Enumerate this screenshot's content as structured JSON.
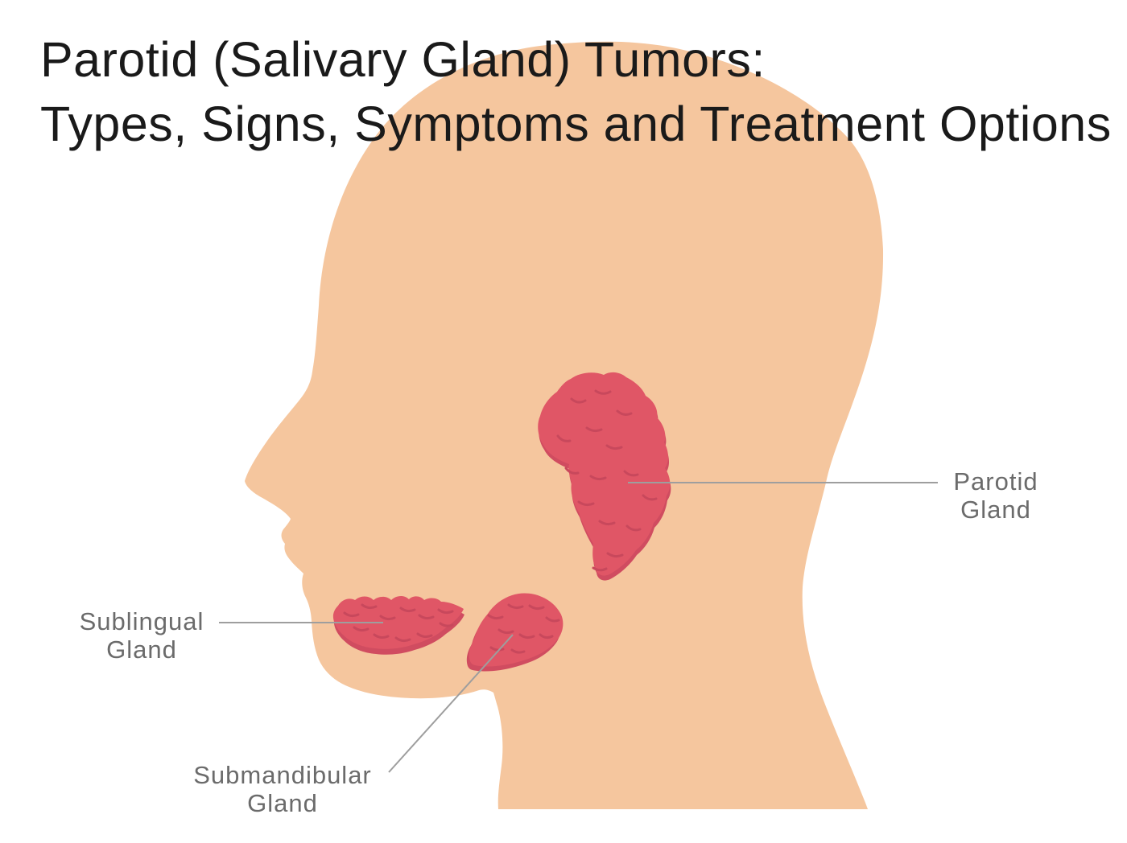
{
  "title": {
    "line1": "Parotid (Salivary Gland) Tumors:",
    "line2": "Types, Signs, Symptoms and Treatment Options"
  },
  "labels": {
    "parotid": {
      "line1": "Parotid",
      "line2": "Gland"
    },
    "sublingual": {
      "line1": "Sublingual",
      "line2": "Gland"
    },
    "submandibular": {
      "line1": "Submandibular",
      "line2": "Gland"
    }
  },
  "colors": {
    "background": "#FFFFFF",
    "skin": "#F5C69E",
    "gland": "#E05666",
    "gland_shadow": "#D04C60",
    "gland_texture": "#C8485C",
    "leader_line": "#9E9E9E",
    "label_text": "#6B6B6B",
    "title_text": "#1A1A1A"
  }
}
